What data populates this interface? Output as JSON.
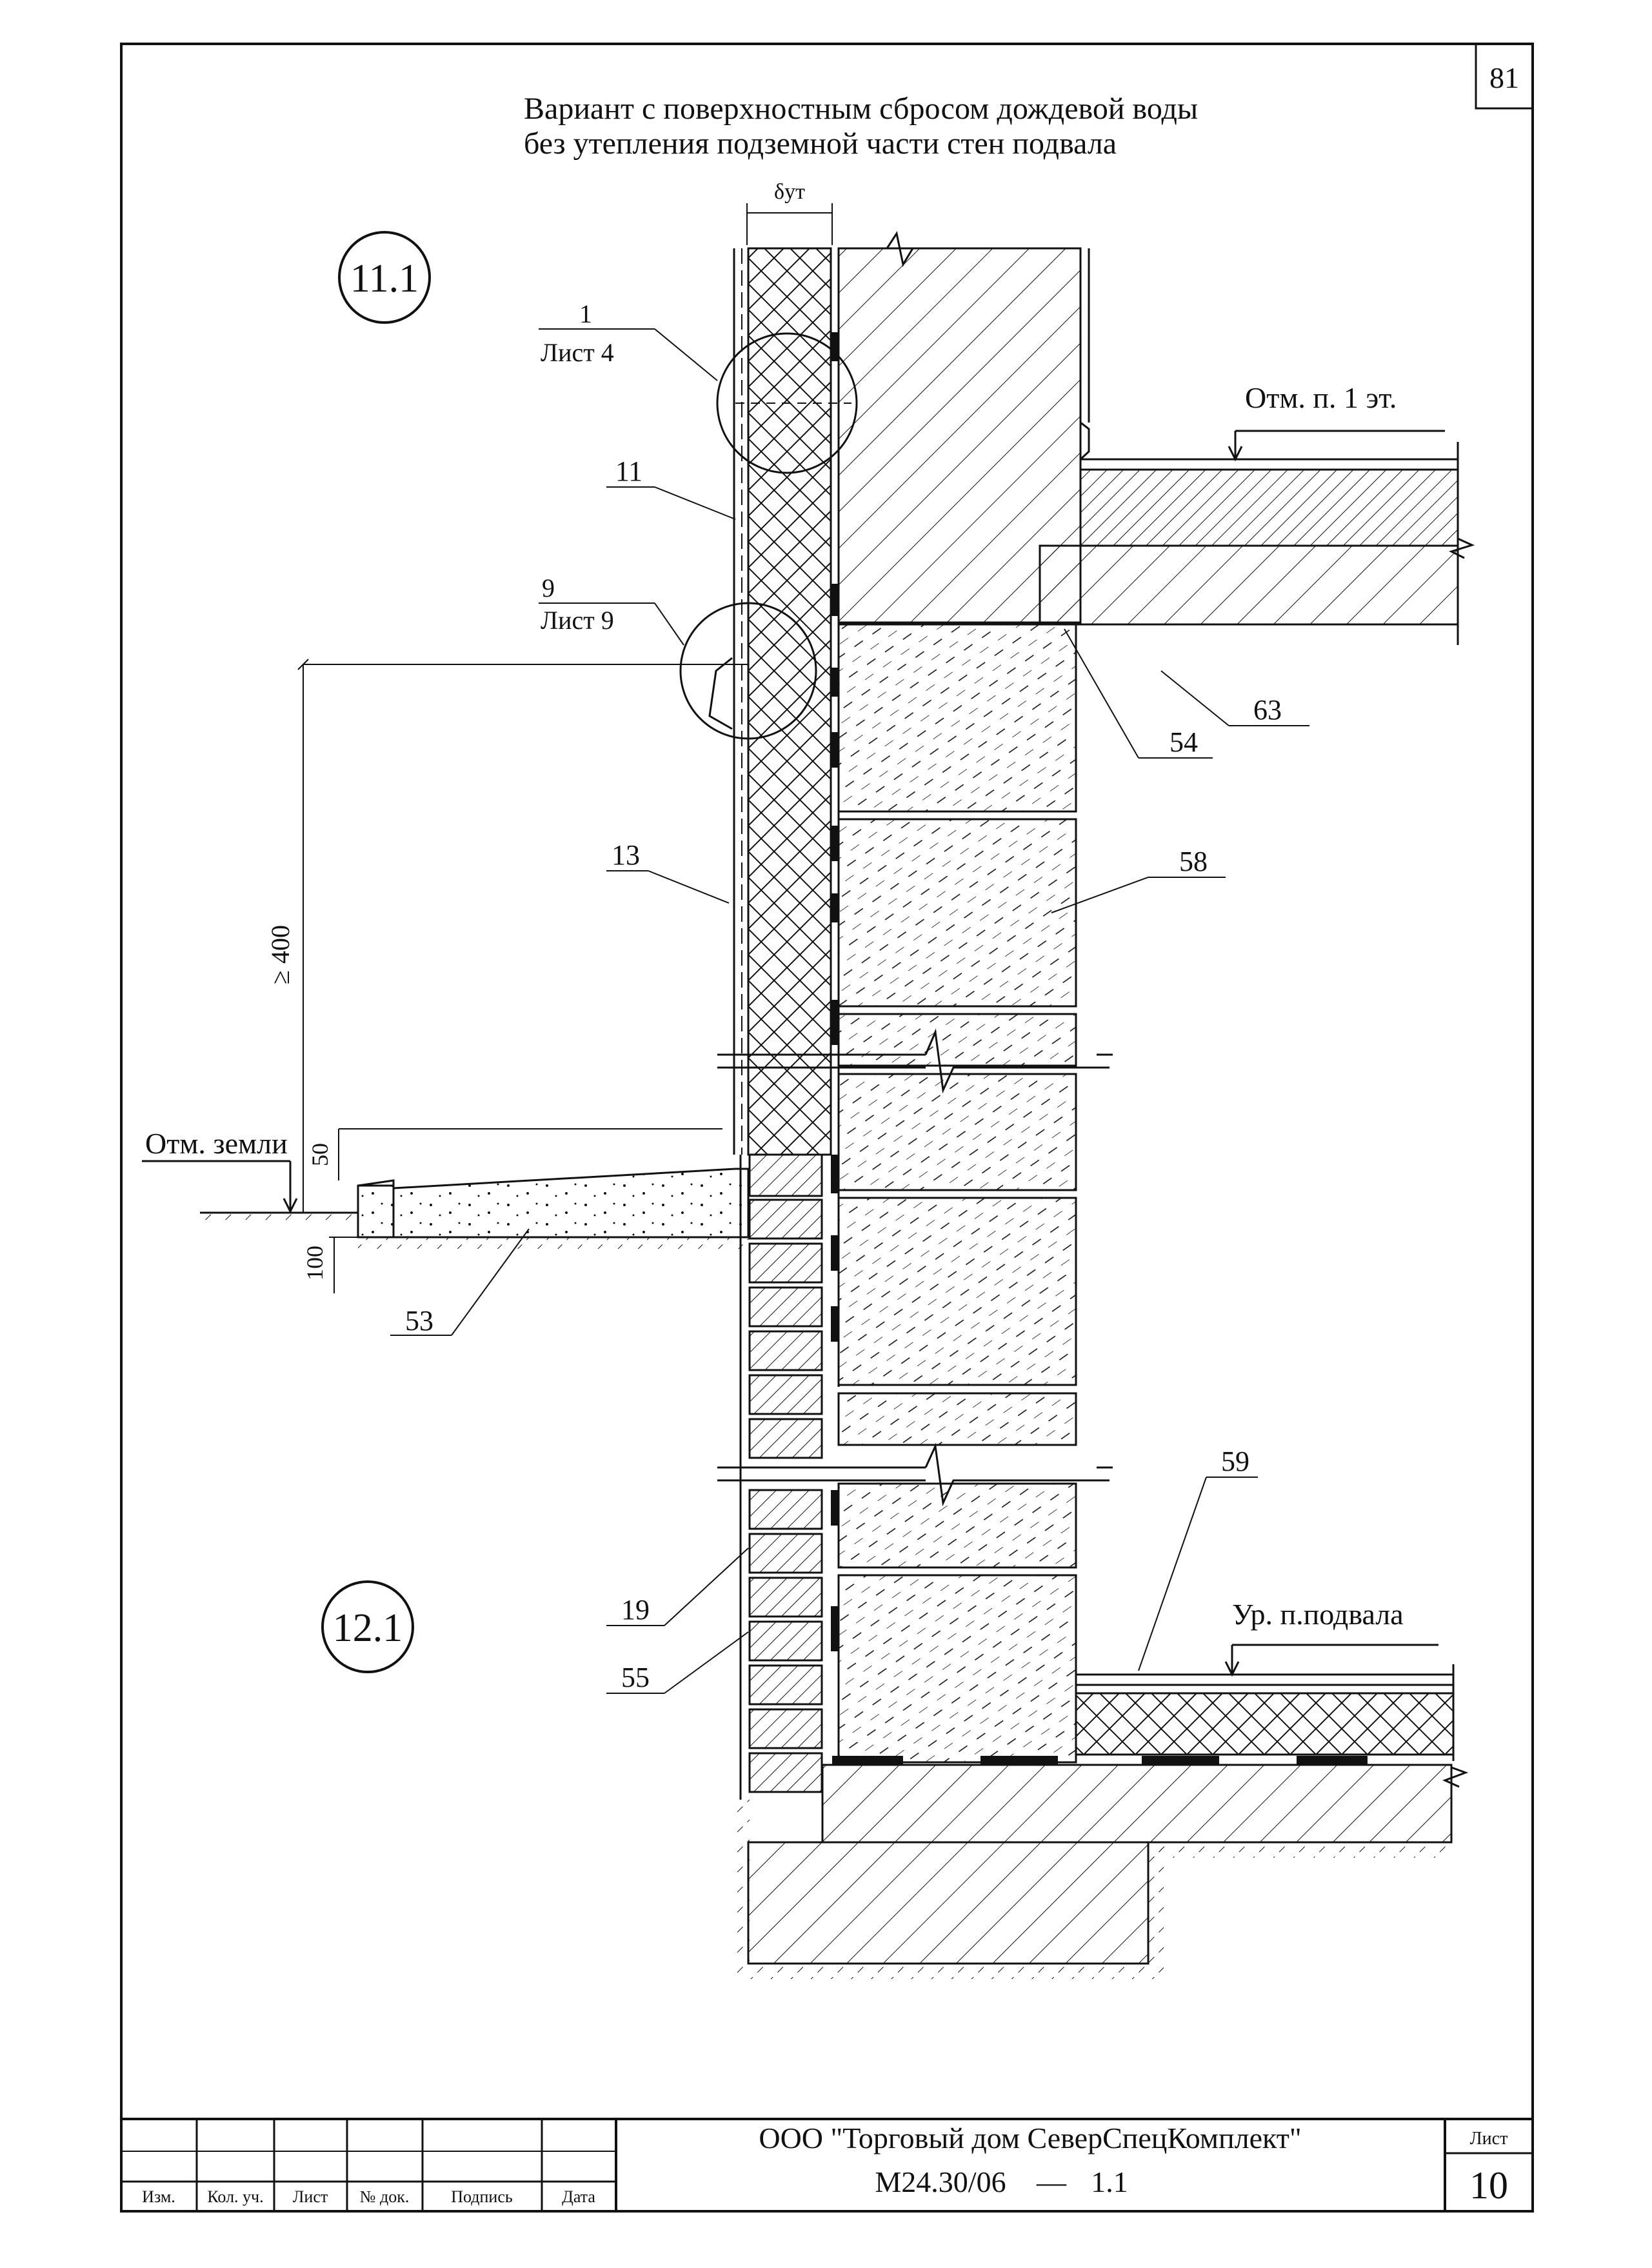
{
  "page_number": "81",
  "title": {
    "line1": "Вариант с поверхностным сбросом дождевой воды",
    "line2": "без утепления подземной части стен подвала"
  },
  "thickness_label": "δут",
  "nodes": {
    "upper": "11.1",
    "lower": "12.1"
  },
  "references": [
    {
      "num": "1",
      "sheet": "Лист 4"
    },
    {
      "num": "9",
      "sheet": "Лист 9"
    }
  ],
  "callouts": {
    "c11": "11",
    "c13": "13",
    "c19": "19",
    "c53": "53",
    "c54": "54",
    "c55": "55",
    "c58": "58",
    "c59": "59",
    "c63": "63"
  },
  "levels": {
    "ground": "Отм. земли",
    "floor1": "Отм. п. 1 эт.",
    "basement": "Ур. п.подвала"
  },
  "dimensions": {
    "min_height": "≥ 400",
    "d50": "50",
    "d100": "100"
  },
  "stamp": {
    "headers": [
      "Изм.",
      "Кол. уч.",
      "Лист",
      "№ док.",
      "Подпись",
      "Дата"
    ],
    "company": "ООО \"Торговый дом СеверСпецКомплект\"",
    "code": "М24.30/06",
    "dash": "—",
    "version": "1.1",
    "sheet_label": "Лист",
    "sheet_number": "10"
  }
}
